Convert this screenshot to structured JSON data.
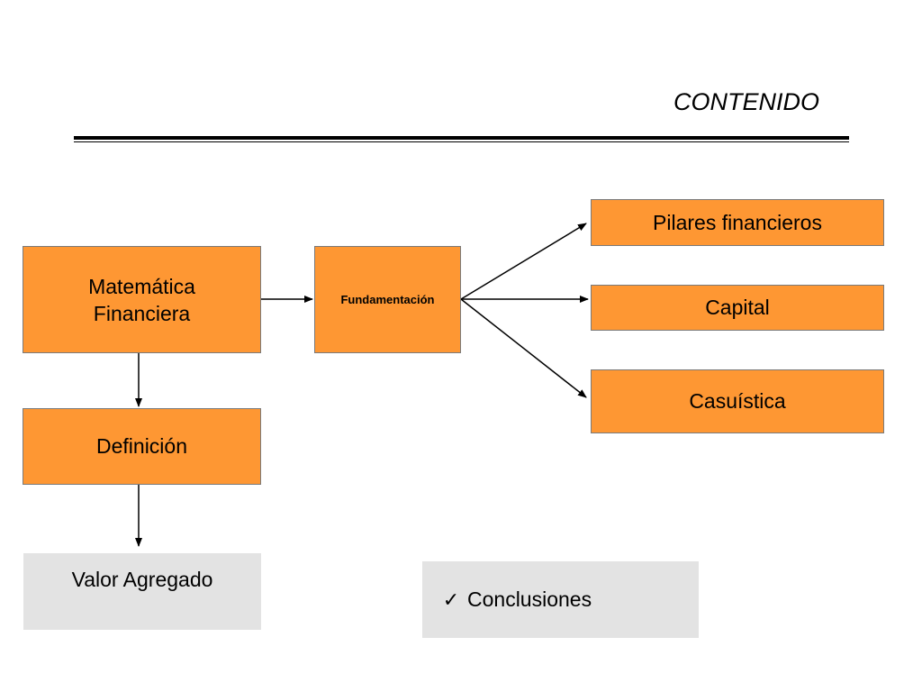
{
  "title": "CONTENIDO",
  "nodes": {
    "matematica": "Matemática\nFinanciera",
    "fundamentacion": "Fundamentación",
    "pilares": "Pilares financieros",
    "capital": "Capital",
    "casuistica": "Casuística",
    "definicion": "Definición",
    "valor_agregado": "Valor Agregado",
    "conclusiones": "Conclusiones"
  },
  "icons": {
    "conclusiones_bullet": "checkmark-icon"
  },
  "colors": {
    "box_fill": "#fe9733",
    "highlight_fill": "#e3e3e3",
    "box_border": "#7a7a7a",
    "line": "#000000"
  }
}
